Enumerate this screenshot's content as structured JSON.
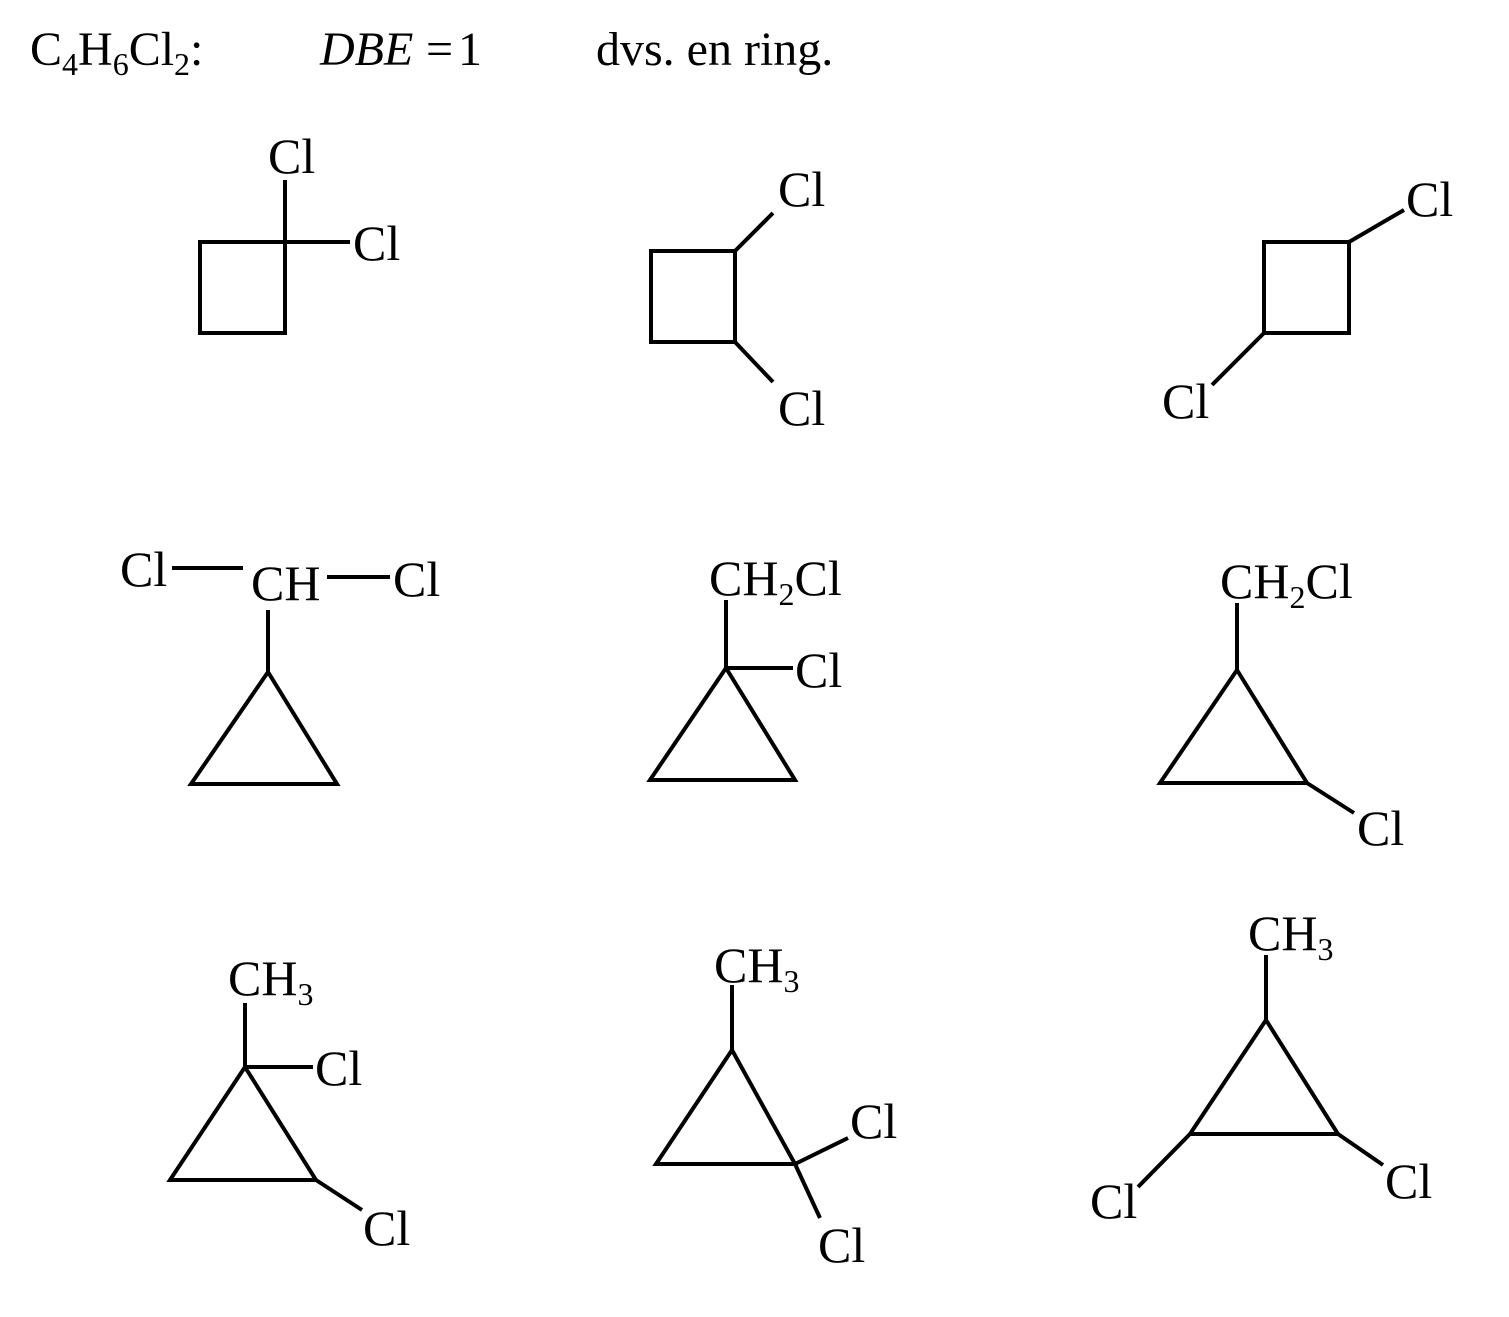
{
  "header": {
    "formula": {
      "c": "C",
      "c_n": "4",
      "h": "H",
      "h_n": "6",
      "cl": "Cl",
      "cl_n": "2",
      "colon": ":"
    },
    "dbe": {
      "name": "DBE",
      "eq": "=",
      "value": "1"
    },
    "note": "dvs. en ring."
  },
  "structures": [
    {
      "labels": [
        "Cl",
        "Cl"
      ]
    },
    {
      "labels": [
        "Cl",
        "Cl"
      ]
    },
    {
      "labels": [
        "Cl",
        "Cl"
      ]
    },
    {
      "labels": [
        "Cl",
        "CH",
        "Cl"
      ]
    },
    {
      "group": {
        "a": "CH",
        "n": "2",
        "b": "Cl"
      },
      "labels": [
        "Cl"
      ]
    },
    {
      "group": {
        "a": "CH",
        "n": "2",
        "b": "Cl"
      },
      "labels": [
        "Cl"
      ]
    },
    {
      "group": {
        "a": "CH",
        "n": "3"
      },
      "labels": [
        "Cl",
        "Cl"
      ]
    },
    {
      "group": {
        "a": "CH",
        "n": "3"
      },
      "labels": [
        "Cl",
        "Cl"
      ]
    },
    {
      "group": {
        "a": "CH",
        "n": "3"
      },
      "labels": [
        "Cl",
        "Cl"
      ]
    }
  ]
}
